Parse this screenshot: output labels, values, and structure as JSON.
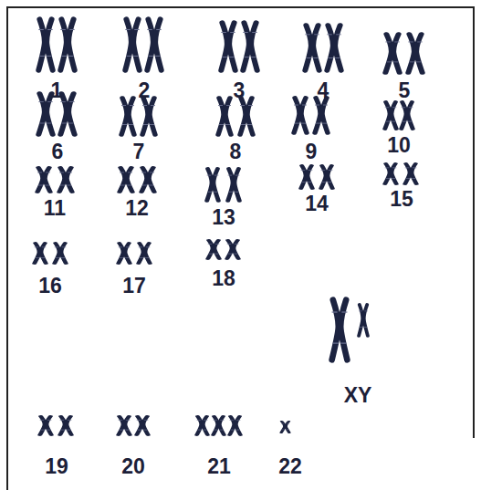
{
  "diagram": {
    "labels": [
      "1",
      "2",
      "3",
      "4",
      "5",
      "6",
      "7",
      "8",
      "9",
      "10",
      "11",
      "12",
      "13",
      "14",
      "15",
      "16",
      "17",
      "18",
      "XY",
      "19",
      "20",
      "21",
      "22"
    ]
  }
}
